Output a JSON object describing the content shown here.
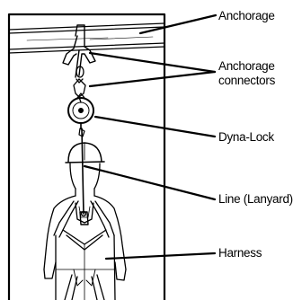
{
  "labels": {
    "anchorage": "Anchorage",
    "anchorage_connectors": [
      "Anchorage",
      "connectors"
    ],
    "dyna_lock": "Dyna-Lock",
    "line_lanyard": "Line (Lanyard)",
    "harness": "Harness"
  }
}
